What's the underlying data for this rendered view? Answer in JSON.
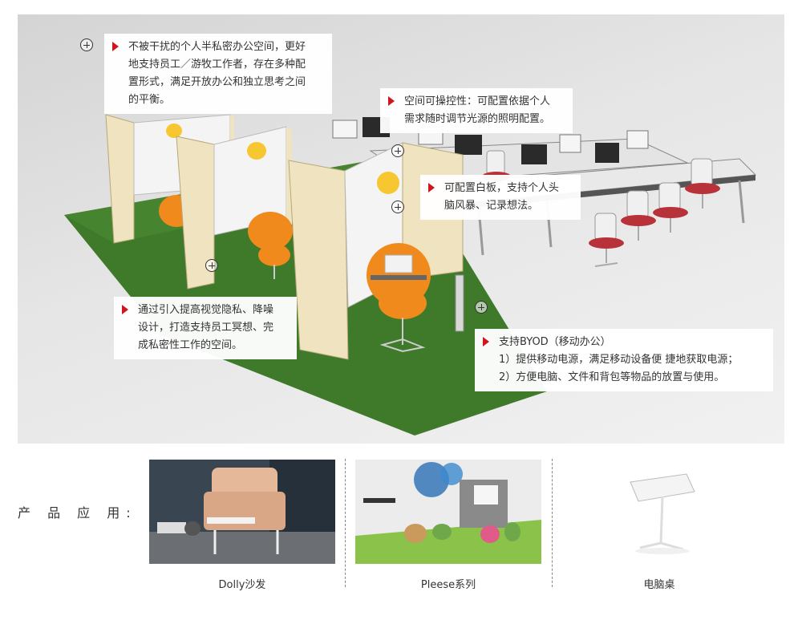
{
  "callouts": [
    {
      "id": "privacy-space",
      "lines": [
        "不被干扰的个人半私密办公空间，更好",
        "地支持员工／游牧工作者，存在多种配",
        "置形式，满足开放办公和独立思考之间",
        "的平衡。"
      ]
    },
    {
      "id": "lighting",
      "lines": [
        "空间可操控性：可配置依据个人",
        "需求随时调节光源的照明配置。"
      ]
    },
    {
      "id": "whiteboard",
      "lines": [
        "可配置白板，支持个人头",
        "脑风暴、记录想法。"
      ]
    },
    {
      "id": "acoustic",
      "lines": [
        "通过引入提高视觉隐私、降噪",
        "设计，打造支持员工冥想、完",
        "成私密性工作的空间。"
      ]
    },
    {
      "id": "byod",
      "lines": [
        "支持BYOD（移动办公）",
        "1）提供移动电源，满足移动设备便   捷地获取电源；",
        "2）方便电脑、文件和背包等物品的放置与使用。"
      ]
    }
  ],
  "products": {
    "label": "产 品 应 用:",
    "items": [
      {
        "caption": "Dolly沙发"
      },
      {
        "caption": "Pleese系列"
      },
      {
        "caption": "电脑桌"
      }
    ]
  },
  "colors": {
    "accent": "#d0151d",
    "grass": "#3f7a2a",
    "panel": "#efe3c0",
    "chair": "#f08a1c"
  }
}
